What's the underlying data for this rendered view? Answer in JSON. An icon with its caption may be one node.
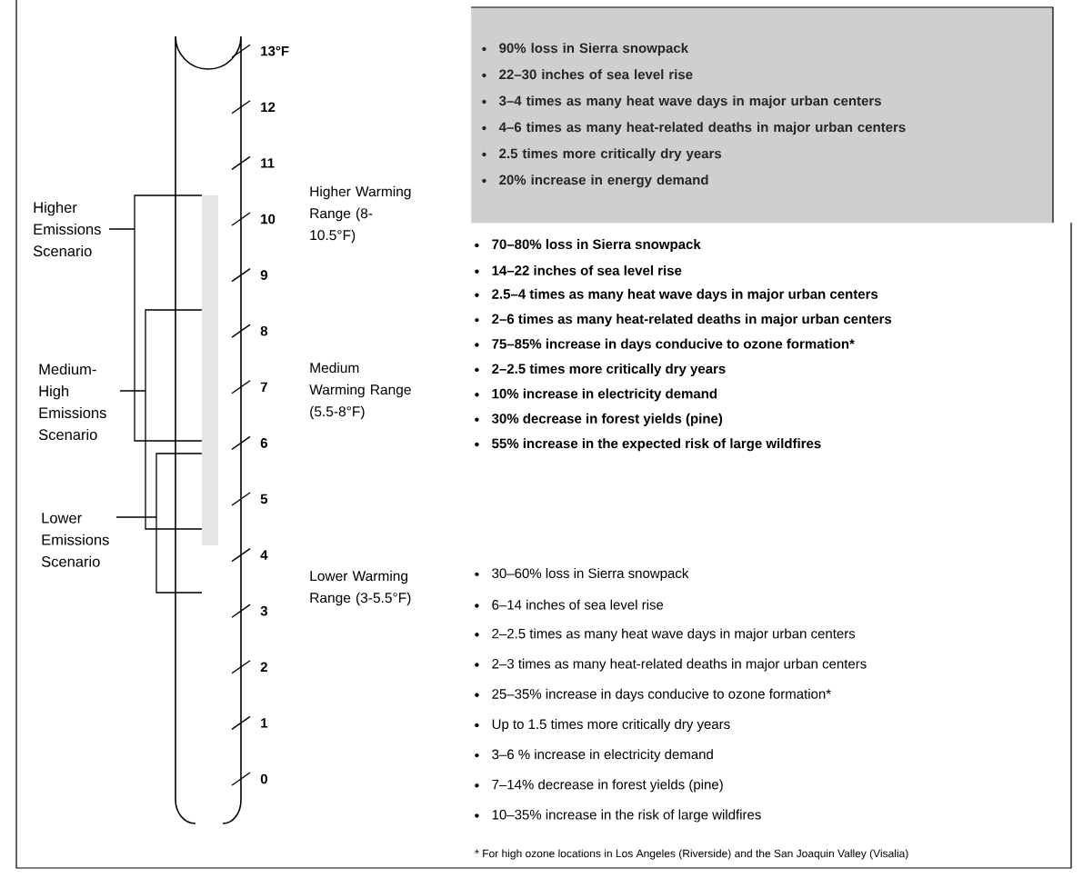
{
  "diagram": {
    "nodes": [
      {
        "text": [
          "90% loss in Sierra snowpack",
          "22–30 inches of sea level rise",
          "3–4 times as many heat wave days in major urban centers",
          "4–6 times as many heat-related deaths in major urban centers",
          "2.5 times more critically dry years",
          "20% increase in energy demand"
        ]
      }
    ],
    "labels": [
      "13°F",
      "12",
      "11",
      "10",
      "9",
      "8",
      "7",
      "6",
      "5",
      "4",
      "3",
      "2",
      "1",
      "0",
      "Higher Emissions Scenario",
      "Medium-High Emissions Scenario",
      "Lower Emissions Scenario",
      "Higher Warming Range (8-10.5°F)",
      "Medium Warming Range (5.5-8°F)",
      "Lower Warming Range (3-5.5°F)",
      "70–80% loss in Sierra snowpack",
      "14–22 inches of sea level rise",
      "2.5–4 times as many heat wave days in major urban centers",
      "2–6 times as many heat-related deaths in major urban centers",
      "75–85% increase in days conducive to ozone formation*",
      "2–2.5 times more critically dry years",
      "10% increase in electricity demand",
      "30% decrease in forest yields (pine)",
      "55% increase in the expected risk of large wildfires",
      "30–60% loss in Sierra snowpack",
      "6–14 inches of sea level rise",
      "2–2.5 times as many heat wave days in major urban centers",
      "2–3 times as many heat-related deaths in major urban centers",
      "25–35% increase in days conducive to ozone formation*",
      "Up to 1.5 times more critically dry years",
      "3–6 % increase in electricity demand",
      "7–14% decrease in forest yields (pine)",
      "10–35% increase in the risk of large wildfires",
      "* For high ozone locations in Los Angeles (Riverside) and the San Joaquin Valley (Visalia)"
    ]
  }
}
